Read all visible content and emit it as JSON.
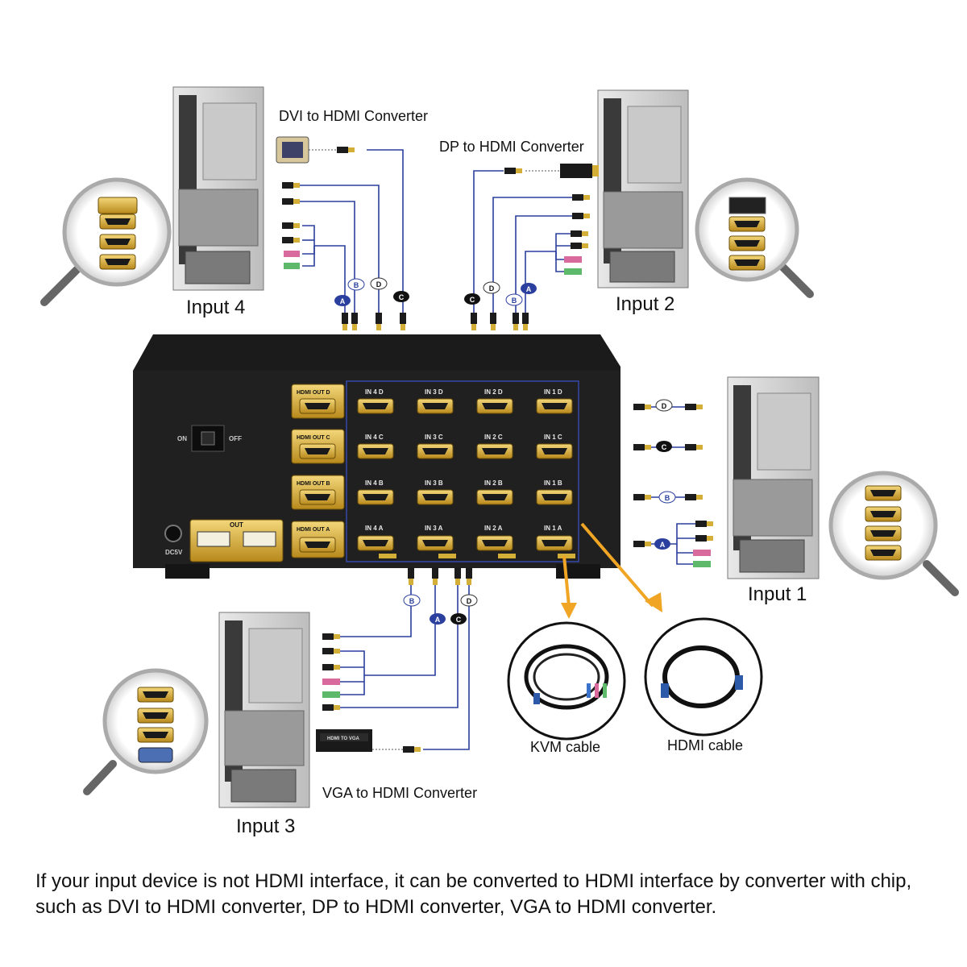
{
  "inputs": {
    "input1": "Input 1",
    "input2": "Input 2",
    "input3": "Input 3",
    "input4": "Input 4"
  },
  "converters": {
    "dvi": "DVI to HDMI Converter",
    "dp": "DP to HDMI Converter",
    "vga": "VGA to HDMI Converter",
    "vga_box_label": "HDMI TO VGA"
  },
  "cables": {
    "kvm": "KVM cable",
    "hdmi": "HDMI cable"
  },
  "switch_panel": {
    "on": "ON",
    "off": "OFF",
    "dc": "DC5V",
    "usb_out": "OUT",
    "outputs": [
      "HDMI OUT D",
      "HDMI OUT C",
      "HDMI OUT B",
      "HDMI OUT A"
    ],
    "rows": [
      [
        "IN 4 D",
        "IN 3 D",
        "IN 2 D",
        "IN 1 D"
      ],
      [
        "IN 4 C",
        "IN 3 C",
        "IN 2 C",
        "IN 1 C"
      ],
      [
        "IN 4 B",
        "IN 3 B",
        "IN 2 B",
        "IN 1 B"
      ],
      [
        "IN 4 A",
        "IN 3 A",
        "IN 2 A",
        "IN 1 A"
      ]
    ]
  },
  "port_letters": [
    "A",
    "B",
    "C",
    "D"
  ],
  "caption": "If your input device is not HDMI interface, it can be converted to HDMI interface by converter with chip, such as DVI to HDMI converter, DP to HDMI converter, VGA to HDMI converter.",
  "colors": {
    "wire": "#2b3f9e",
    "gold": "#d9b43a",
    "arrow": "#f0a524",
    "switch_body": "#1b1b1b"
  }
}
